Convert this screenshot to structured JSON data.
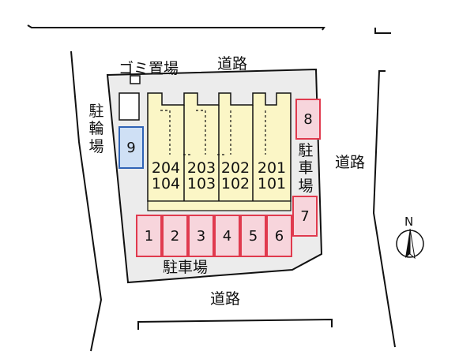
{
  "labels": {
    "road_top": "道路",
    "road_right": "道路",
    "road_bottom": "道路",
    "garbage": "ゴミ置場",
    "bicycle_parking": "駐輪場",
    "parking_right": "駐車場",
    "parking_bottom": "駐車場"
  },
  "parking_spaces": [
    "1",
    "2",
    "3",
    "4",
    "5",
    "6",
    "7",
    "8"
  ],
  "bicycle_space": "9",
  "units": [
    {
      "upper": "204",
      "lower": "104"
    },
    {
      "upper": "203",
      "lower": "103"
    },
    {
      "upper": "202",
      "lower": "102"
    },
    {
      "upper": "201",
      "lower": "101"
    }
  ],
  "compass": {
    "label": "N"
  },
  "colors": {
    "site": "#ececec",
    "building": "#fbf6c6",
    "parking_fill": "#f7d5dc",
    "parking_border": "#e03a4e",
    "bike_fill": "#cfe0f5",
    "bike_border": "#2f63b6"
  }
}
